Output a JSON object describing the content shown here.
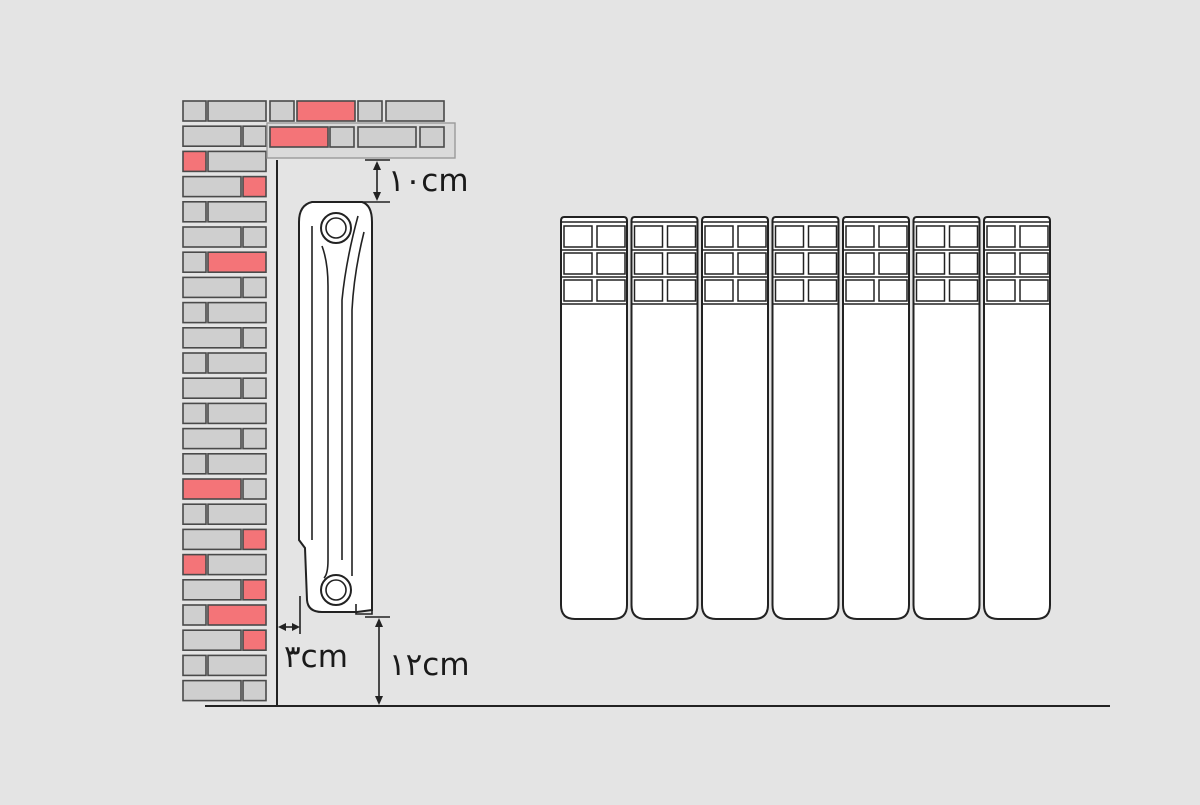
{
  "colors": {
    "background": "#e4e4e4",
    "brick": "#cfcfcf",
    "brick_accent": "#f47478",
    "mortar": "#4a4a4a",
    "radiator_fill": "#ffffff",
    "line": "#222222"
  },
  "labels": {
    "top_clearance": "۱۰cm",
    "wall_gap": "۳cm",
    "floor_clearance": "۱۲cm"
  },
  "front_view": {
    "section_count": 7
  }
}
